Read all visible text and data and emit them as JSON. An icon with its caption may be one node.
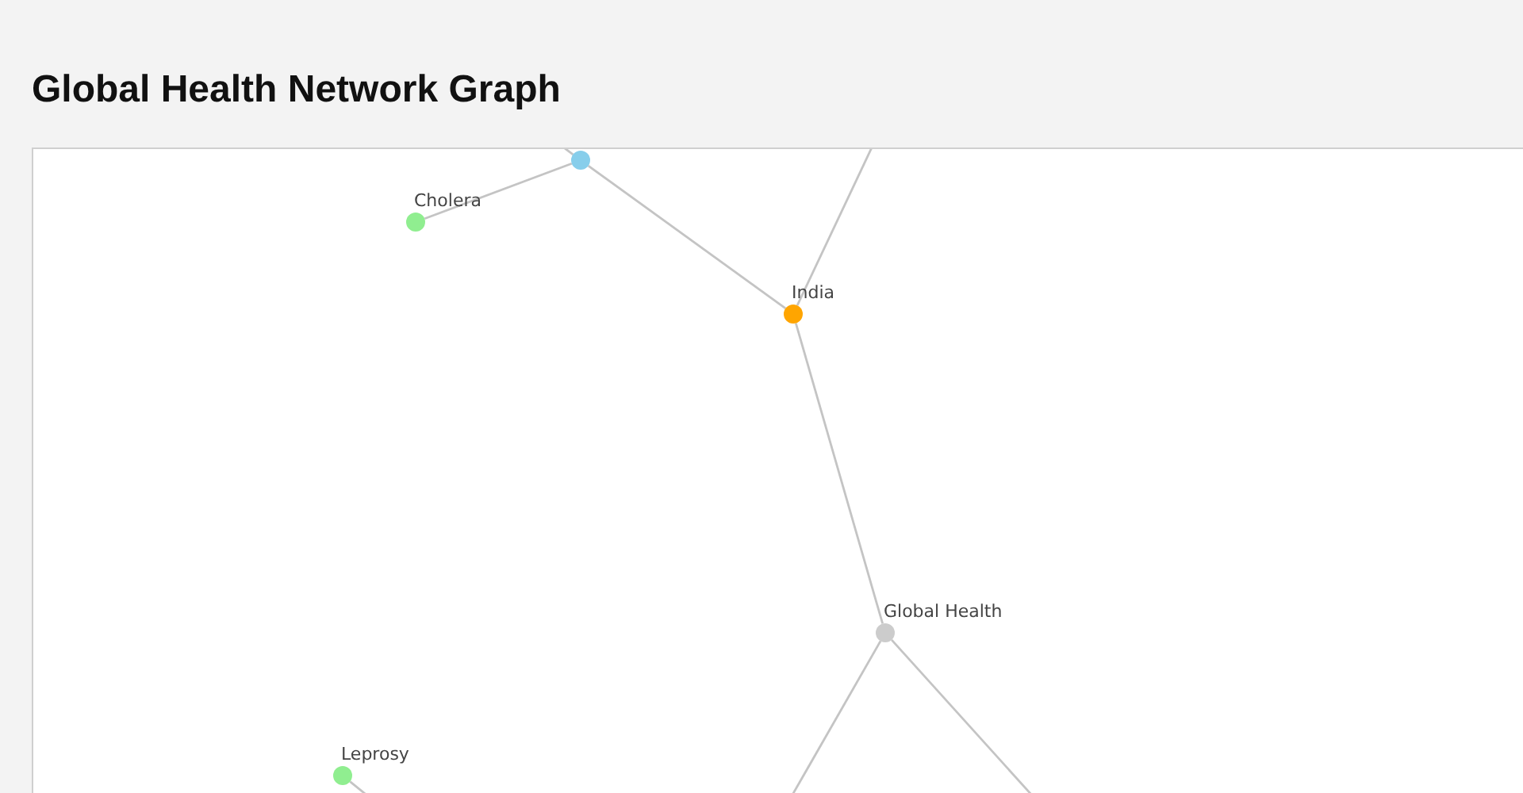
{
  "diagram": {
    "title": "Global Health Network Graph",
    "nodes": [
      {
        "text": [],
        "shape": "circle"
      },
      {
        "text": [
          "Cholera"
        ]
      },
      {
        "text": [
          "India"
        ]
      },
      {
        "text": [
          "Global Health"
        ]
      },
      {
        "text": [
          "Leprosy"
        ]
      }
    ],
    "edges": [
      {
        "from": null,
        "to": 0,
        "arrow": "none"
      },
      {
        "from": 0,
        "to": 1,
        "arrow": "none"
      },
      {
        "from": 0,
        "to": 2,
        "arrow": "none"
      },
      {
        "from": 2,
        "to": null,
        "arrow": "none"
      },
      {
        "from": 2,
        "to": 3,
        "arrow": "none"
      },
      {
        "from": 3,
        "to": null,
        "arrow": "none"
      },
      {
        "from": 3,
        "to": null,
        "arrow": "none"
      },
      {
        "from": 4,
        "to": null,
        "arrow": "none"
      }
    ]
  }
}
